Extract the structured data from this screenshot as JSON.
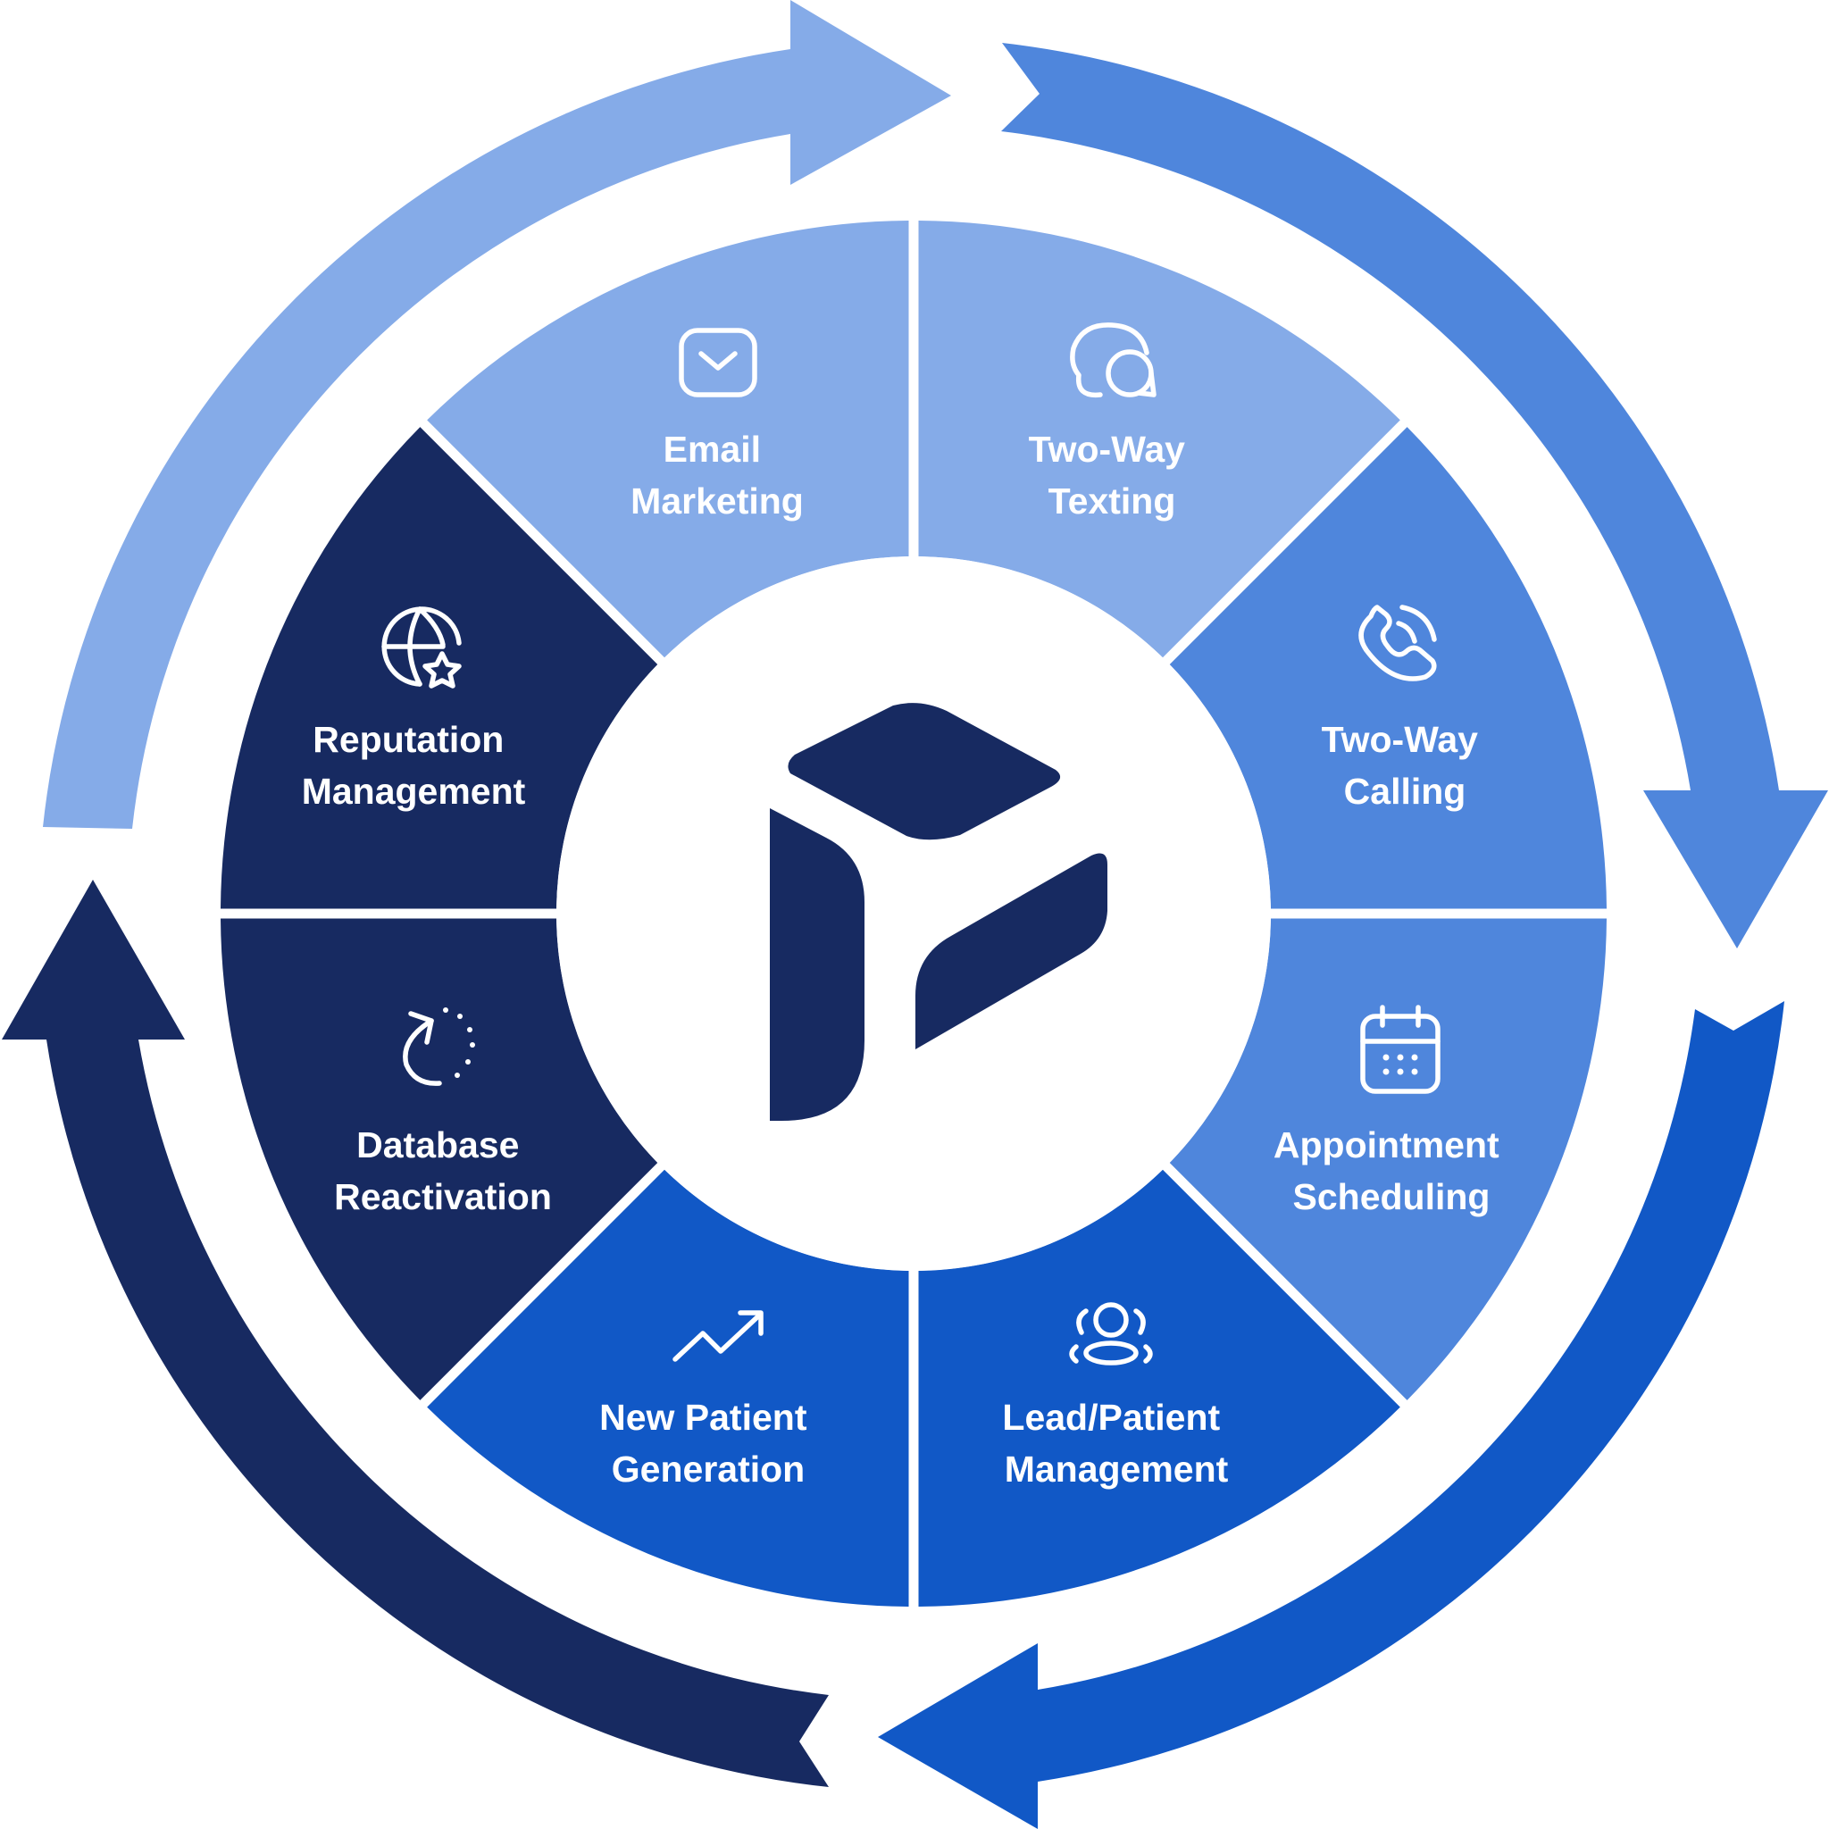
{
  "colors": {
    "light": "#85abe8",
    "mid": "#4f86dc",
    "strong": "#1158c6",
    "dark": "#172a61",
    "logo": "#172a61",
    "background": "#ffffff"
  },
  "center_logo": {
    "icon": "play-logo-icon"
  },
  "segments": [
    {
      "id": "email",
      "line1": "Email",
      "line2": "Marketing",
      "icon": "mail-icon",
      "color": "light"
    },
    {
      "id": "texting",
      "line1": "Two-Way",
      "line2": "Texting",
      "icon": "chat-bubbles-icon",
      "color": "mid"
    },
    {
      "id": "calling",
      "line1": "Two-Way",
      "line2": "Calling",
      "icon": "phone-ringing-icon",
      "color": "mid"
    },
    {
      "id": "appointment",
      "line1": "Appointment",
      "line2": "Scheduling",
      "icon": "calendar-icon",
      "color": "strong"
    },
    {
      "id": "lead",
      "line1": "Lead/Patient",
      "line2": "Management",
      "icon": "users-icon",
      "color": "strong"
    },
    {
      "id": "new-patient",
      "line1": "New Patient",
      "line2": "Generation",
      "icon": "trend-up-icon",
      "color": "dark"
    },
    {
      "id": "database",
      "line1": "Database",
      "line2": "Reactivation",
      "icon": "refresh-icon",
      "color": "dark"
    },
    {
      "id": "reputation",
      "line1": "Reputation",
      "line2": "Management",
      "icon": "globe-star-icon",
      "color": "light"
    }
  ],
  "cycle_arrows": [
    {
      "id": "top-left",
      "color": "light"
    },
    {
      "id": "top-right",
      "color": "mid"
    },
    {
      "id": "bottom-right",
      "color": "strong"
    },
    {
      "id": "bottom-left",
      "color": "dark"
    }
  ]
}
